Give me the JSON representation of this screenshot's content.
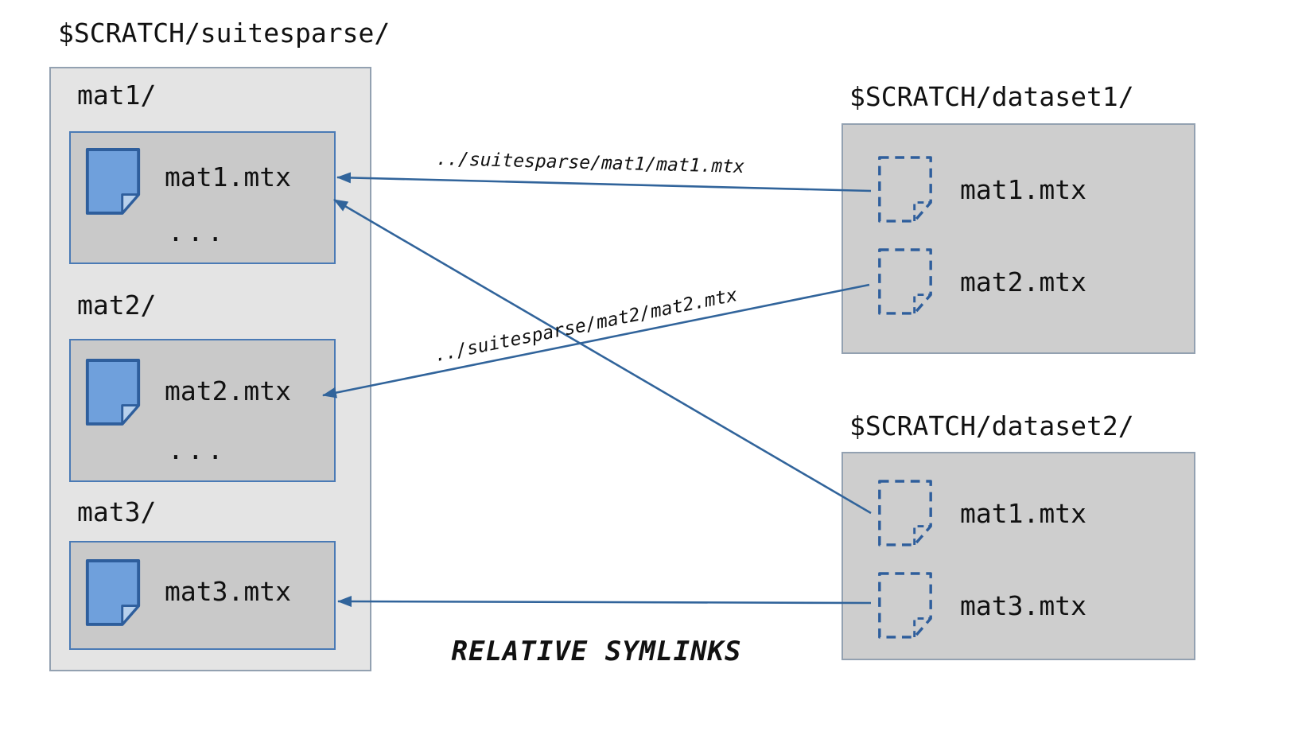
{
  "colors": {
    "background": "#ffffff",
    "outer_box_bg": "#e4e4e4",
    "outer_box_border": "#93a1b1",
    "inner_box_bg": "#c9c9c9",
    "inner_box_border": "#4a7ab5",
    "dataset_box_bg": "#cecece",
    "dataset_box_border": "#93a1b1",
    "file_icon_fill": "#6fa0dc",
    "file_icon_stroke": "#2e5e9c",
    "arrow": "#31649b",
    "text": "#111111"
  },
  "suitesparse": {
    "title": "$SCRATCH/suitesparse/",
    "folders": [
      {
        "name": "mat1/",
        "file": "mat1.mtx",
        "ellipsis": "..."
      },
      {
        "name": "mat2/",
        "file": "mat2.mtx",
        "ellipsis": "..."
      },
      {
        "name": "mat3/",
        "file": "mat3.mtx",
        "ellipsis": ""
      }
    ]
  },
  "datasets": [
    {
      "title": "$SCRATCH/dataset1/",
      "files": [
        "mat1.mtx",
        "mat2.mtx"
      ]
    },
    {
      "title": "$SCRATCH/dataset2/",
      "files": [
        "mat1.mtx",
        "mat3.mtx"
      ]
    }
  ],
  "symlinks": [
    {
      "from": "dataset1/mat1.mtx",
      "to": "suitesparse/mat1/mat1.mtx",
      "label": "../suitesparse/mat1/mat1.mtx"
    },
    {
      "from": "dataset1/mat2.mtx",
      "to": "suitesparse/mat2/mat2.mtx",
      "label": "../suitesparse/mat2/mat2.mtx"
    },
    {
      "from": "dataset2/mat1.mtx",
      "to": "suitesparse/mat1/mat1.mtx",
      "label": ""
    },
    {
      "from": "dataset2/mat3.mtx",
      "to": "suitesparse/mat3/mat3.mtx",
      "label": ""
    }
  ],
  "caption": "RELATIVE SYMLINKS"
}
